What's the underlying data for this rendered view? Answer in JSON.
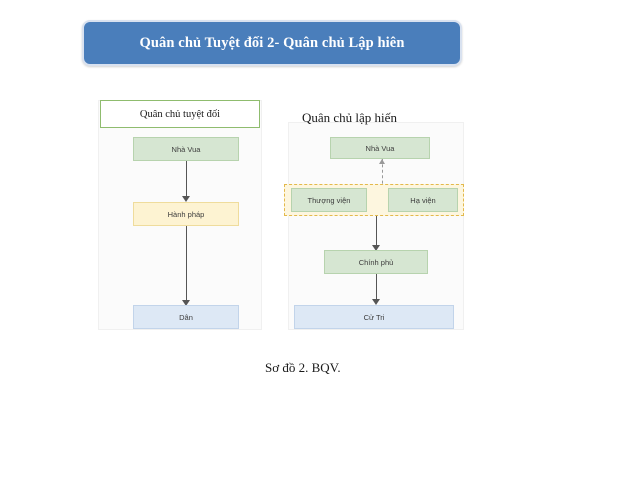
{
  "slide": {
    "title": "Quân chủ Tuyệt đối 2- Quân chủ Lập hiên",
    "caption": "Sơ đồ 2. BQV.",
    "colors": {
      "title_banner": "#4a7ebb",
      "title_text": "#ffffff",
      "green_box": "#d6e6d2",
      "yellow_box": "#fdf3d2",
      "blue_box": "#dde8f5",
      "dashed_panel": "#e3b94b",
      "connector": "#555555"
    }
  },
  "diagram_left": {
    "heading": "Quân chủ tuyệt đối",
    "nodes": [
      {
        "label": "Nhà Vua",
        "style": "green"
      },
      {
        "label": "Hành pháp",
        "style": "yellow"
      },
      {
        "label": "Dân",
        "style": "blue"
      }
    ]
  },
  "diagram_right": {
    "heading": "Quân chủ lập hiến",
    "nodes": [
      {
        "label": "Nhà Vua",
        "style": "green"
      },
      {
        "label": "Thượng viện",
        "style": "green"
      },
      {
        "label": "Hạ viện",
        "style": "green"
      },
      {
        "label": "Chính phủ",
        "style": "green"
      },
      {
        "label": "Cử Tri",
        "style": "blue"
      }
    ]
  }
}
